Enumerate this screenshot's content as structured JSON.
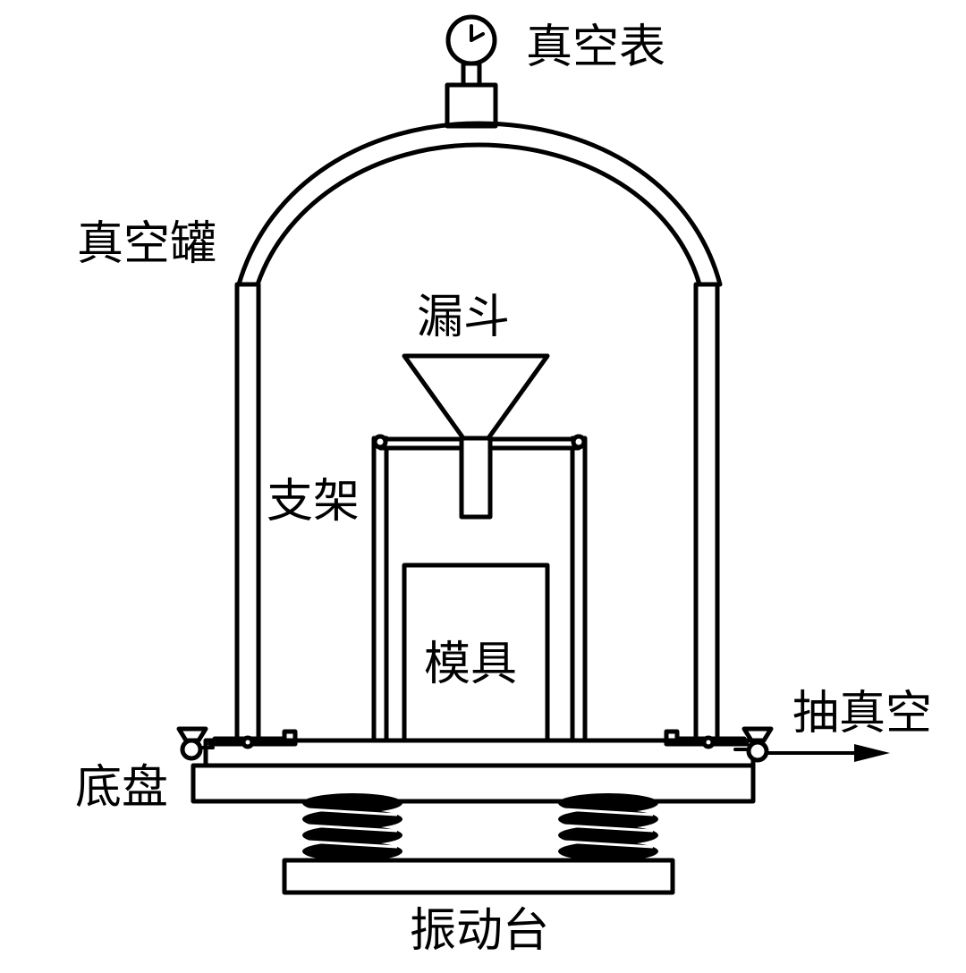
{
  "labels": {
    "vacuum_gauge": "真空表",
    "vacuum_tank": "真空罐",
    "funnel": "漏斗",
    "stand": "支架",
    "mold": "模具",
    "vacuum_pump_out": "抽真空",
    "base_plate": "底盘",
    "vibration_table": "振动台"
  }
}
